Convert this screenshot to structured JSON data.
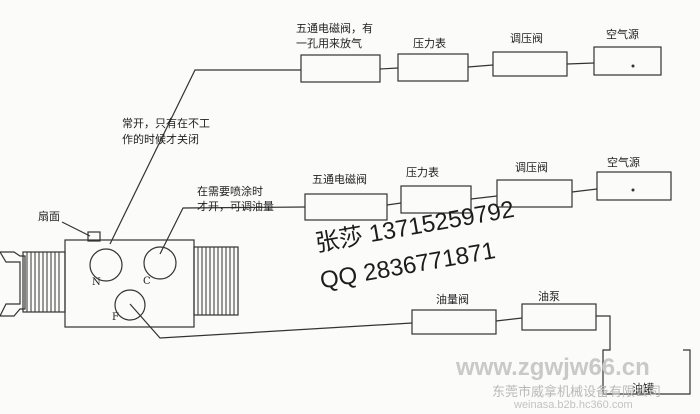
{
  "row1": {
    "valve_label_line1": "五通电磁阀，有",
    "valve_label_line2": "一孔用来放气",
    "gauge_label": "压力表",
    "regulator_label": "调压阀",
    "air_source_label": "空气源"
  },
  "row1_note": {
    "line1": "常开，只有在不工",
    "line2": "作的时候才关闭"
  },
  "row2": {
    "valve_label": "五通电磁阀",
    "gauge_label": "压力表",
    "regulator_label": "调压阀",
    "air_source_label": "空气源"
  },
  "row2_note": {
    "line1": "在需要喷涂时",
    "line2": "才开，可调油量"
  },
  "row3": {
    "oil_valve_label": "油量阀",
    "oil_pump_label": "油泵",
    "oil_tank_label": "油罐"
  },
  "spray_gun": {
    "fan_label": "扇面",
    "port_n": "N",
    "port_c": "C",
    "port_f": "F"
  },
  "watermark": {
    "contact_name_phone": "张莎 13715259792",
    "contact_qq": "QQ 2836771871",
    "site": "www.zgwjw66.cn",
    "company": "东莞市威拿机械设备有限公司",
    "subsite": "weinasa.b2b.hc360.com"
  }
}
